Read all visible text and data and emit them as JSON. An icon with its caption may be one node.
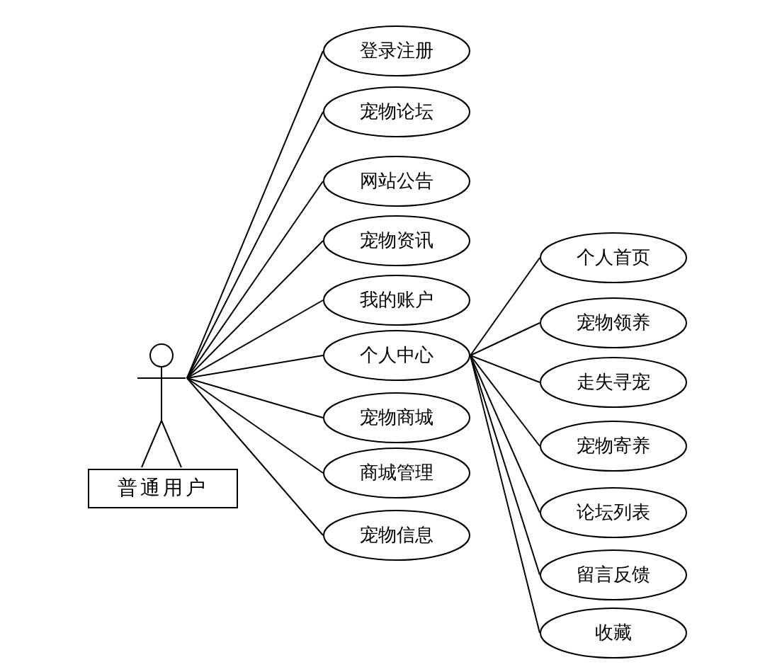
{
  "diagram": {
    "nodes": [
      {
        "text": [],
        "shape": "person",
        "beside": [
          "普通用户"
        ]
      },
      {
        "text": [
          "登录注册"
        ]
      },
      {
        "text": [
          "宠物论坛"
        ]
      },
      {
        "text": [
          "网站公告"
        ]
      },
      {
        "text": [
          "宠物资讯"
        ]
      },
      {
        "text": [
          "我的账户"
        ]
      },
      {
        "text": [
          "个人中心"
        ]
      },
      {
        "text": [
          "宠物商城"
        ]
      },
      {
        "text": [
          "商城管理"
        ]
      },
      {
        "text": [
          "宠物信息"
        ]
      },
      {
        "text": [
          "个人首页"
        ]
      },
      {
        "text": [
          "宠物领养"
        ]
      },
      {
        "text": [
          "走失寻宠"
        ]
      },
      {
        "text": [
          "宠物寄养"
        ]
      },
      {
        "text": [
          "论坛列表"
        ]
      },
      {
        "text": [
          "留言反馈"
        ]
      },
      {
        "text": [
          "收藏"
        ]
      }
    ],
    "edges": [
      {
        "from": 0,
        "to": 1,
        "arrow": "none"
      },
      {
        "from": 0,
        "to": 2,
        "arrow": "none"
      },
      {
        "from": 0,
        "to": 3,
        "arrow": "none"
      },
      {
        "from": 0,
        "to": 4,
        "arrow": "none"
      },
      {
        "from": 0,
        "to": 5,
        "arrow": "none"
      },
      {
        "from": 0,
        "to": 6,
        "arrow": "none"
      },
      {
        "from": 0,
        "to": 7,
        "arrow": "none"
      },
      {
        "from": 0,
        "to": 8,
        "arrow": "none"
      },
      {
        "from": 0,
        "to": 9,
        "arrow": "none"
      },
      {
        "from": 6,
        "to": 10,
        "arrow": "none"
      },
      {
        "from": 6,
        "to": 11,
        "arrow": "none"
      },
      {
        "from": 6,
        "to": 12,
        "arrow": "none"
      },
      {
        "from": 6,
        "to": 13,
        "arrow": "none"
      },
      {
        "from": 6,
        "to": 14,
        "arrow": "none"
      },
      {
        "from": 6,
        "to": 15,
        "arrow": "none"
      },
      {
        "from": 6,
        "to": 16,
        "arrow": "none"
      }
    ]
  }
}
